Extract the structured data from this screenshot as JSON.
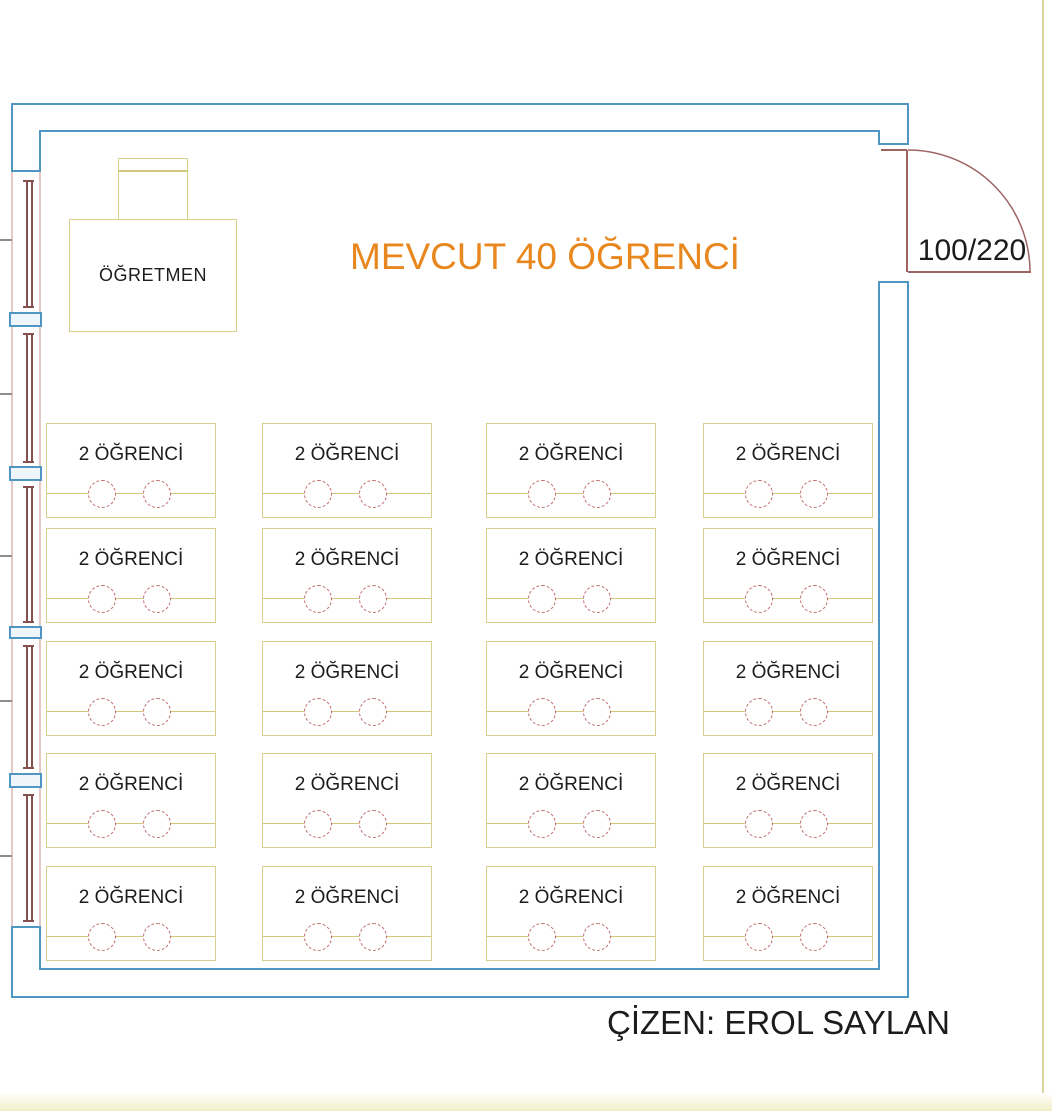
{
  "plan": {
    "title": "MEVCUT 40 ÖĞRENCİ",
    "credit": "ÇİZEN: EROL SAYLAN",
    "teacher_desk_label": "ÖĞRETMEN",
    "student_desk_label": "2 ÖĞRENCİ",
    "door_label": "100/220",
    "desk_rows": 5,
    "desk_columns": 4,
    "desk_count": 20,
    "seats_per_desk": 2,
    "total_students": 40,
    "window_panes": 5,
    "window_posts": 4
  },
  "colors": {
    "wall_blue": "#4f97c2",
    "window_frame_pink": "#e4c7c7",
    "window_glass_maroon": "#84514f",
    "door_red": "#9e6363",
    "desk_olive": "#d6cf8e",
    "seat_red": "#c06868",
    "title_orange": "#e8871d",
    "text_black": "#1c1c1c",
    "page_edge_olive": "#d8d49c",
    "dimension_tick_gray": "#8d8d8d"
  }
}
